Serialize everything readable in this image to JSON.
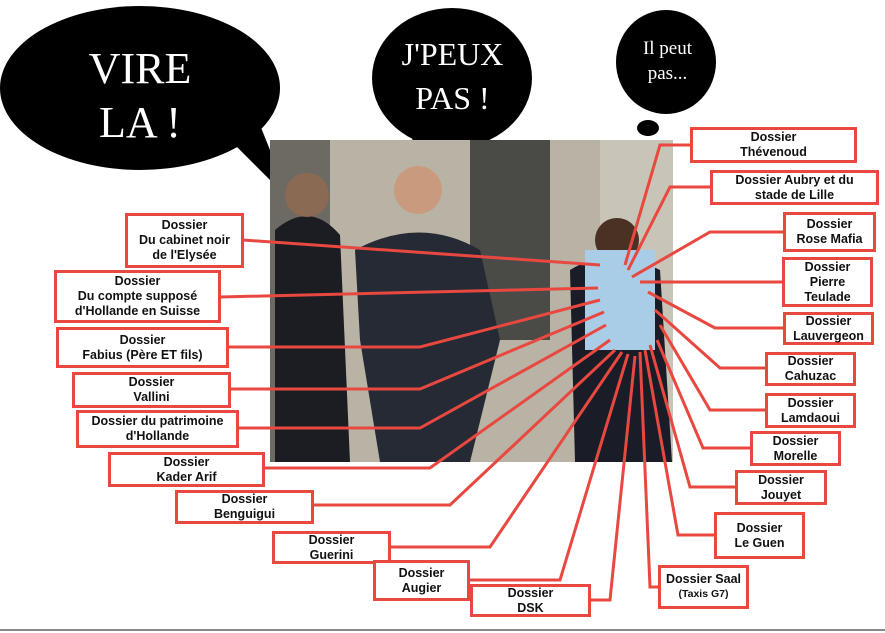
{
  "bubbles": {
    "left": "VIRE\nLA !",
    "middle": "J'PEUX\nPAS !",
    "thought": "Il peut\npas..."
  },
  "left_labels": [
    "Dossier\nDu cabinet noir\nde l'Elysée",
    "Dossier\nDu compte supposé\nd'Hollande en Suisse",
    "Dossier\nFabius (Père ET fils)",
    "Dossier\nVallini",
    "Dossier du patrimoine\nd'Hollande",
    "Dossier\nKader Arif",
    "Dossier\nBenguigui",
    "Dossier\nGuerini",
    "Dossier\nAugier",
    "Dossier\nDSK"
  ],
  "right_labels": [
    "Dossier\nThévenoud",
    "Dossier Aubry et du\nstade de Lille",
    "Dossier\nRose Mafia",
    "Dossier\nPierre\nTeulade",
    "Dossier\nLauvergeon",
    "Dossier\nCahuzac",
    "Dossier\nLamdaoui",
    "Dossier\nMorelle",
    "Dossier\nJouyet",
    "Dossier\nLe Guen"
  ],
  "saal_label": {
    "title": "Dossier Saal",
    "sub": "(Taxis G7)"
  },
  "colors": {
    "box_border": "#e8483f",
    "bubble": "#000000"
  }
}
